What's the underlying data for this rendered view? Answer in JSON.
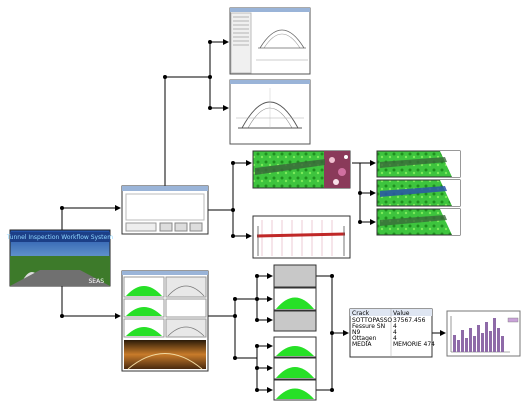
{
  "tunnel_thumbnail": {
    "title": "Tunnel Inspection Workflow System",
    "footer": "SEAS"
  },
  "results_table": {
    "headers": [
      "Crack",
      "Value"
    ],
    "rows": [
      [
        "SOTTOPASSO",
        "37567.456"
      ],
      [
        "Fessure SN",
        "4"
      ],
      [
        "N9",
        "4"
      ],
      [
        "Ottagen",
        "4"
      ],
      [
        "MEDIA",
        "MEMORIE 474"
      ]
    ]
  },
  "colors": {
    "green": "#27e027",
    "connector": "#000000",
    "window_bg": "#ffffff",
    "bar_purple": "#8e6aa8"
  }
}
